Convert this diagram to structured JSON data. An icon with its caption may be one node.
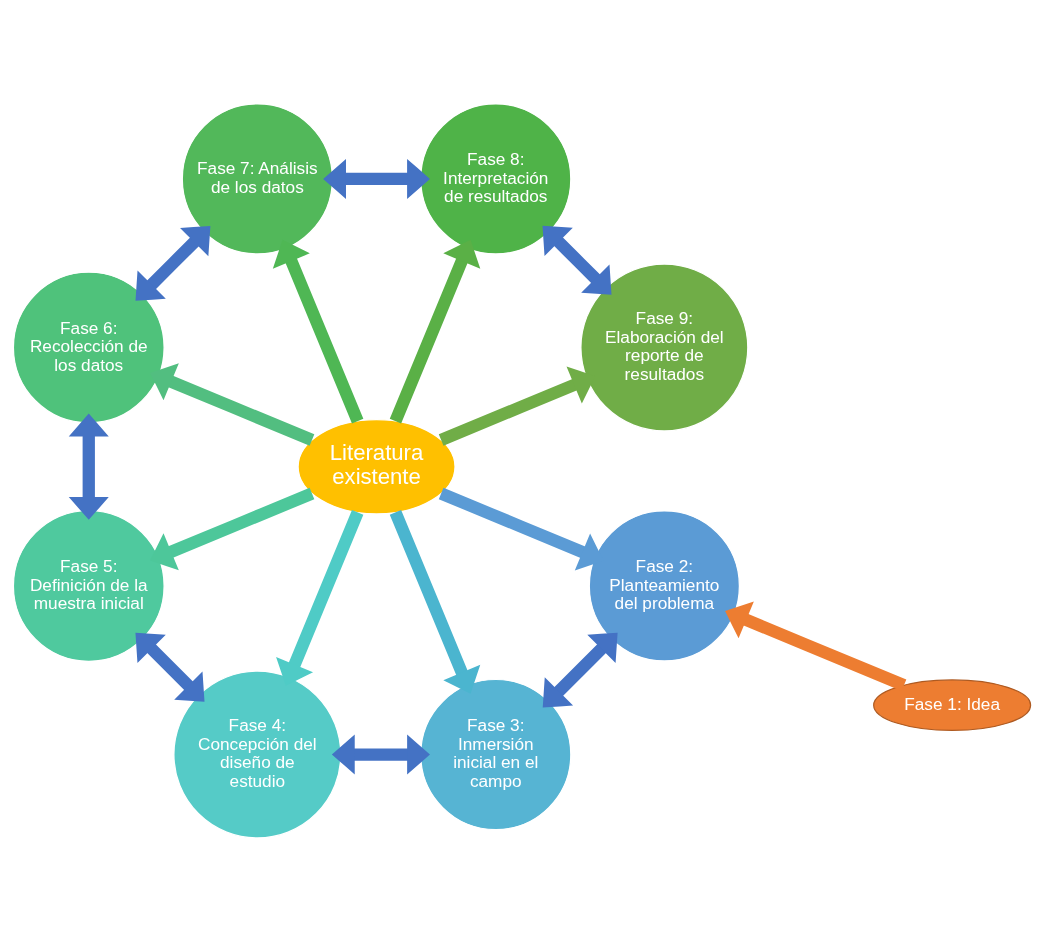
{
  "diagram": {
    "nodes": [
      {
        "text": [
          "Fase 1: Idea"
        ]
      },
      {
        "text": [
          "Fase 2: Planteamiento del problema"
        ]
      },
      {
        "text": [
          "Fase 3: Inmersión inicial en el campo"
        ]
      },
      {
        "text": [
          "Fase 4: Concepción del diseño de estudio"
        ]
      },
      {
        "text": [
          "Fase 5: Definición de la muestra inicial"
        ]
      },
      {
        "text": [
          "Fase 6: Recolección de los datos"
        ]
      },
      {
        "text": [
          "Fase 7: Análisis de los datos"
        ]
      },
      {
        "text": [
          "Fase 8: Interpretación de resultados"
        ]
      },
      {
        "text": [
          "Fase 9: Elaboración del reporte de resultados"
        ]
      },
      {
        "text": [
          "Literatura existente"
        ]
      }
    ],
    "edges": [
      {
        "from": 0,
        "to": 1,
        "arrow": "to",
        "color": "#ed7d31"
      },
      {
        "from": 1,
        "to": 2,
        "arrow": "both"
      },
      {
        "from": 2,
        "to": 3,
        "arrow": "both"
      },
      {
        "from": 3,
        "to": 4,
        "arrow": "both"
      },
      {
        "from": 4,
        "to": 5,
        "arrow": "both"
      },
      {
        "from": 5,
        "to": 6,
        "arrow": "both"
      },
      {
        "from": 6,
        "to": 7,
        "arrow": "both"
      },
      {
        "from": 7,
        "to": 8,
        "arrow": "both"
      },
      {
        "from": 9,
        "to": 1,
        "arrow": "to",
        "color": "#5b9bd5"
      },
      {
        "from": 9,
        "to": 2,
        "arrow": "to",
        "color": "#4bb5cf"
      },
      {
        "from": 9,
        "to": 3,
        "arrow": "to",
        "color": "#4fcbc6"
      },
      {
        "from": 9,
        "to": 4,
        "arrow": "to",
        "color": "#4dc79a"
      },
      {
        "from": 9,
        "to": 5,
        "arrow": "to",
        "color": "#52be80"
      },
      {
        "from": 9,
        "to": 6,
        "arrow": "to",
        "color": "#4fb754"
      },
      {
        "from": 9,
        "to": 7,
        "arrow": "to",
        "color": "#5ab046"
      },
      {
        "from": 9,
        "to": 8,
        "arrow": "to",
        "color": "#70ad47"
      }
    ]
  }
}
